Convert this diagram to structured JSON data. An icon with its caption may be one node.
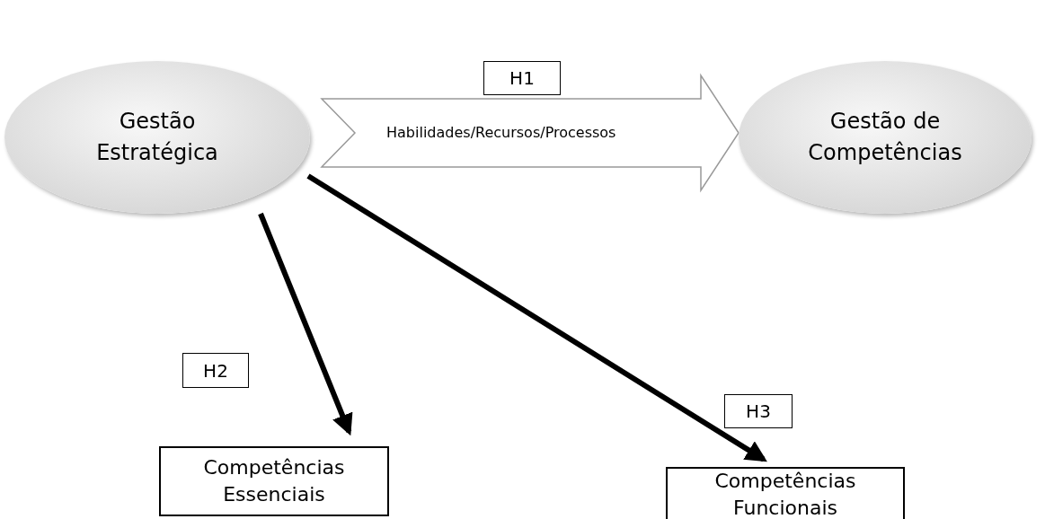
{
  "diagram": {
    "nodes": [
      {
        "text": [
          "Gestão Estratégica"
        ]
      },
      {
        "text": [
          "Gestão de Competências"
        ]
      },
      {
        "text": [
          "Competências Essenciais"
        ]
      },
      {
        "text": [
          "Competências Funcionais"
        ]
      },
      {
        "text": [
          "H1"
        ]
      },
      {
        "text": [
          "H2"
        ]
      },
      {
        "text": [
          "H3"
        ]
      }
    ],
    "edges": [
      {
        "from": 0,
        "to": 1,
        "arrow": "to",
        "label": "Habilidades/Recursos/Processos"
      },
      {
        "from": 0,
        "to": 2,
        "arrow": "to"
      },
      {
        "from": 0,
        "to": 3,
        "arrow": "to"
      }
    ]
  }
}
